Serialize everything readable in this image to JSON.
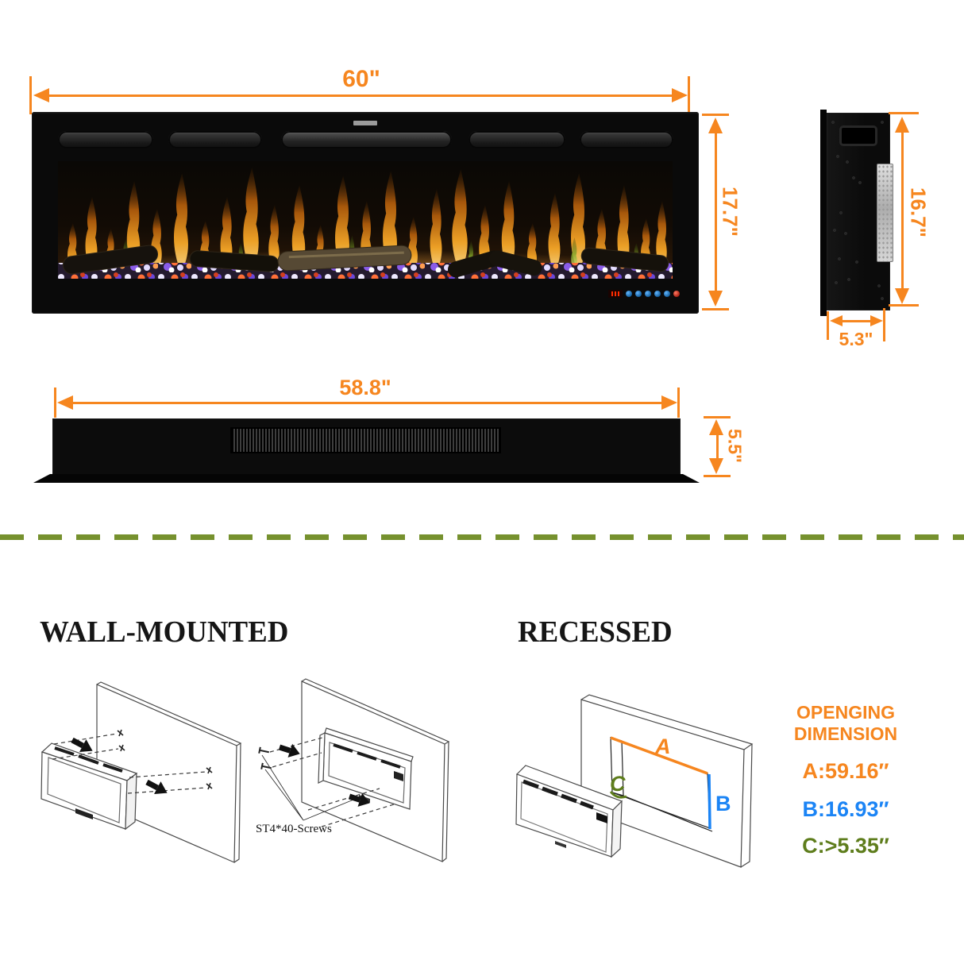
{
  "dimensions": {
    "front_width": "60\"",
    "front_height": "17.7\"",
    "side_height": "16.7\"",
    "side_depth": "5.3\"",
    "back_width": "58.8\"",
    "back_height": "5.5\""
  },
  "install": {
    "wall_mounted_title": "WALL-MOUNTED",
    "recessed_title": "RECESSED",
    "screws_label": "ST4*40-Screws"
  },
  "opening": {
    "title_line1": "OPENGING",
    "title_line2": "DIMENSION",
    "item_a": "A:59.16″",
    "item_b": "B:16.93″",
    "item_c": "C:>5.35″"
  },
  "recessed_labels": {
    "a": "A",
    "b": "B",
    "c": "C"
  },
  "colors": {
    "accent_orange": "#F6861F",
    "accent_blue": "#1B84F5",
    "accent_green": "#5E7D1C",
    "divider_olive": "#76912E",
    "body_black": "#0a0a0a"
  }
}
